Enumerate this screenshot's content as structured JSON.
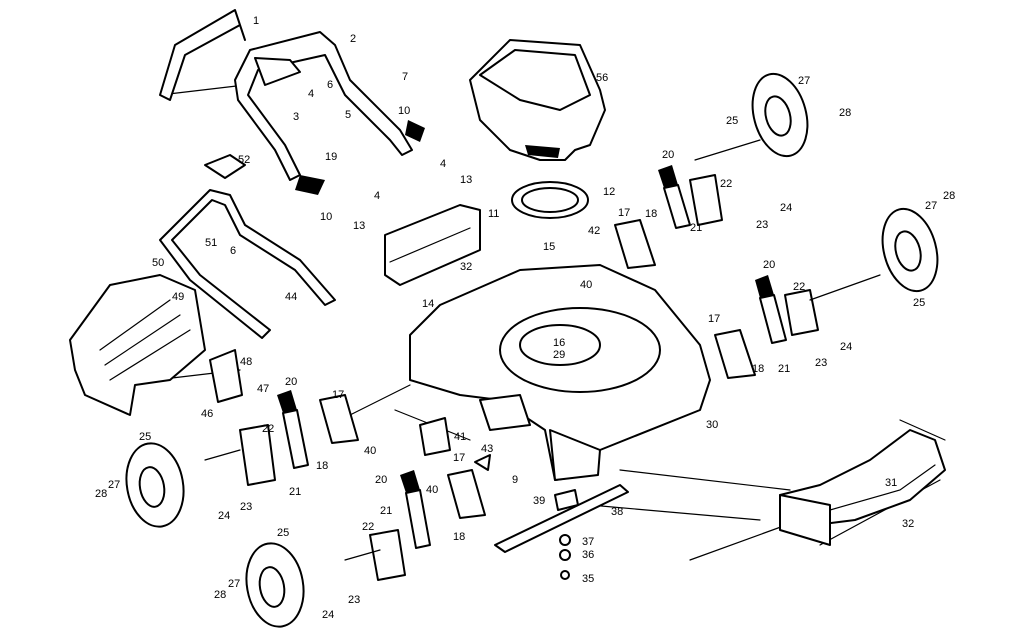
{
  "diagram": {
    "labels": [
      "1",
      "2",
      "3",
      "4",
      "5",
      "6",
      "7",
      "10",
      "19",
      "52",
      "10",
      "4",
      "13",
      "4",
      "13",
      "11",
      "12",
      "56",
      "51",
      "6",
      "50",
      "49",
      "44",
      "32",
      "14",
      "15",
      "42",
      "40",
      "17",
      "18",
      "20",
      "22",
      "21",
      "23",
      "24",
      "25",
      "27",
      "28",
      "20",
      "22",
      "17",
      "18",
      "21",
      "23",
      "24",
      "25",
      "27",
      "28",
      "16",
      "29",
      "48",
      "47",
      "46",
      "20",
      "22",
      "17",
      "18",
      "40",
      "41",
      "43",
      "9",
      "40",
      "21",
      "25",
      "28",
      "27",
      "23",
      "24",
      "20",
      "21",
      "22",
      "17",
      "18",
      "39",
      "38",
      "37",
      "36",
      "35",
      "30",
      "31",
      "32",
      "25",
      "27",
      "28",
      "23",
      "24"
    ]
  }
}
